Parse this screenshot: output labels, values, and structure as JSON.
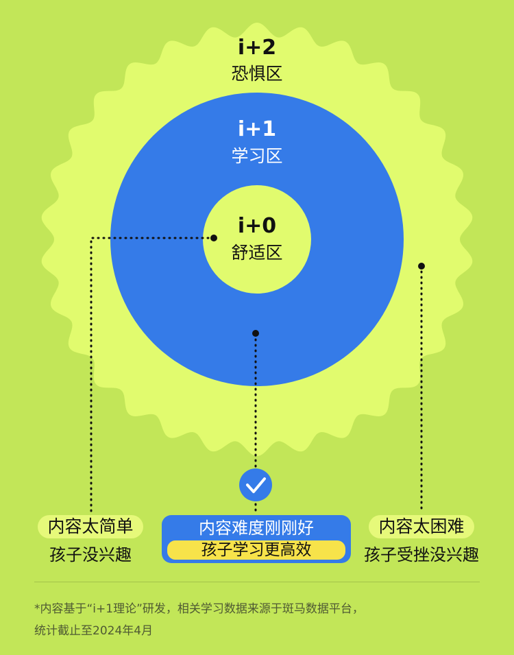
{
  "zones": {
    "outer": {
      "code": "i+2",
      "label": "恐惧区"
    },
    "middle": {
      "code": "i+1",
      "label": "学习区"
    },
    "inner": {
      "code": "i+0",
      "label": "舒适区"
    }
  },
  "callouts": {
    "left": {
      "title": "内容太简单",
      "subtitle": "孩子没兴趣"
    },
    "center": {
      "title": "内容难度刚刚好",
      "highlight": "孩子学习更高效"
    },
    "right": {
      "title": "内容太困难",
      "subtitle": "孩子受挫没兴趣"
    }
  },
  "footnote": {
    "line1": "*内容基于“i+1理论”研发，相关学习数据来源于斑马数据平台，",
    "line2": "统计截止至2024年4月"
  },
  "colors": {
    "background": "#c2e658",
    "outer_zone": "#e1fb6e",
    "middle_zone": "#357be8",
    "inner_zone": "#e1fb6e",
    "pill": "#e6f97a",
    "highlight": "#f7e34a"
  },
  "icons": {
    "check": "check-circle-icon"
  }
}
